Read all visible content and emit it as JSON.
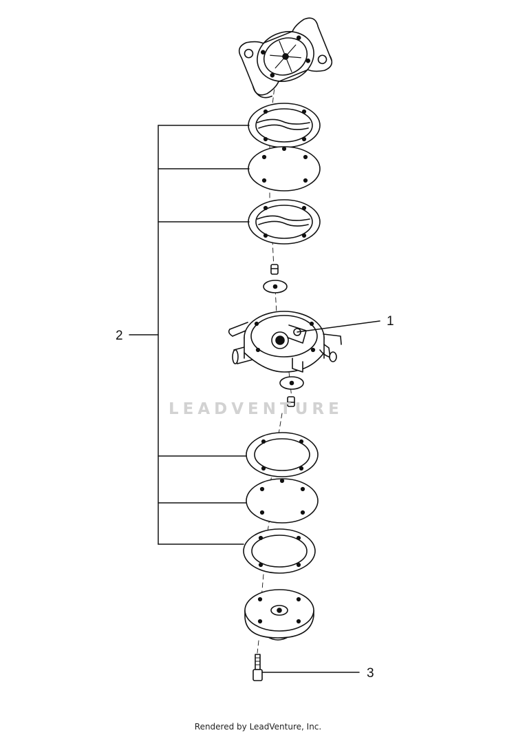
{
  "callouts": [
    {
      "id": "1",
      "label": "1"
    },
    {
      "id": "2",
      "label": "2"
    },
    {
      "id": "3",
      "label": "3"
    }
  ],
  "watermark": "LEADVENTURE",
  "footer": "Rendered by LeadVenture, Inc.",
  "colors": {
    "ink": "#111111",
    "watermark": "#d2d2d2",
    "background": "#ffffff"
  }
}
